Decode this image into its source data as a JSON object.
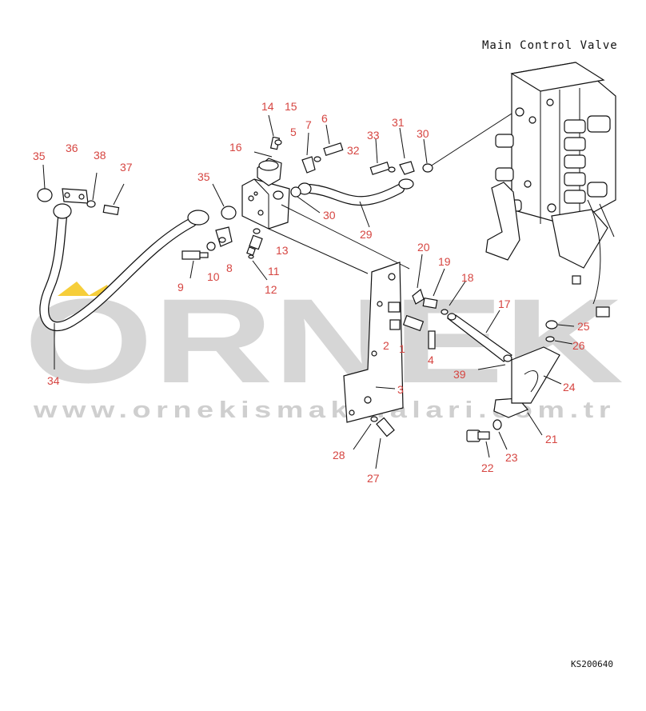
{
  "diagram": {
    "title": "Main Control Valve",
    "code": "KS200640",
    "watermark": {
      "word": "ORNEK",
      "url": "www.orneki smakinalari.com.tr",
      "url_text": "www.ornekismakinalari.com.tr"
    },
    "colors": {
      "label": "#d64541",
      "watermark": "#cfcfcf",
      "accent": "#f5c518"
    },
    "labels": {
      "l1": "1",
      "l2": "2",
      "l3": "3",
      "l4": "4",
      "l5": "5",
      "l6": "6",
      "l7": "7",
      "l8": "8",
      "l9": "9",
      "l10": "10",
      "l11": "11",
      "l12": "12",
      "l13": "13",
      "l14": "14",
      "l15": "15",
      "l16": "16",
      "l17": "17",
      "l18": "18",
      "l19": "19",
      "l20": "20",
      "l21": "21",
      "l22": "22",
      "l23": "23",
      "l24": "24",
      "l25": "25",
      "l26": "26",
      "l27": "27",
      "l28": "28",
      "l29": "29",
      "l30a": "30",
      "l30b": "30",
      "l31": "31",
      "l32": "32",
      "l33": "33",
      "l34": "34",
      "l35a": "35",
      "l35b": "35",
      "l36": "36",
      "l37": "37",
      "l38": "38",
      "l39": "39"
    }
  }
}
